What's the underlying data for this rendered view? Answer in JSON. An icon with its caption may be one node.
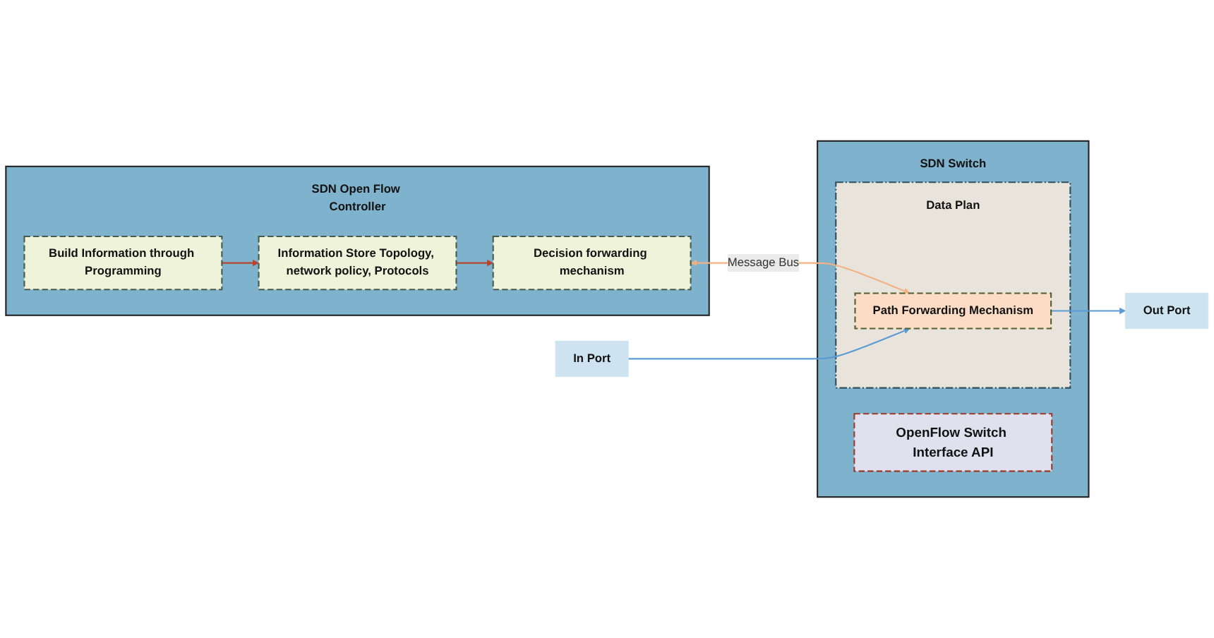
{
  "diagram": {
    "nodes": [
      {
        "text": [
          "SDN Open Flow Controller"
        ]
      },
      {
        "text": [
          "Build Information through Programming"
        ],
        "in": 0
      },
      {
        "text": [
          "Information Store Topology, network policy, Protocols"
        ],
        "in": 0
      },
      {
        "text": [
          "Decision forwarding mechanism"
        ],
        "in": 0
      },
      {
        "text": [
          "SDN Switch"
        ]
      },
      {
        "text": [
          "OpenFlow Switch Interface API"
        ],
        "in": 4
      },
      {
        "text": [
          "Data Plan"
        ],
        "in": 4
      },
      {
        "text": [
          "Path Forwarding Mechanism"
        ],
        "in": 6
      },
      {
        "text": [
          "In Port"
        ]
      },
      {
        "text": [
          "Out Port"
        ]
      }
    ],
    "edges": [
      {
        "from": 1,
        "to": 2,
        "arrow": "to",
        "color": "#b5452e"
      },
      {
        "from": 2,
        "to": 3,
        "arrow": "to",
        "color": "#b5452e"
      },
      {
        "from": 3,
        "to": 7,
        "arrow": "both",
        "label": "Message Bus",
        "color": "#f4b183"
      },
      {
        "from": 8,
        "to": 7,
        "arrow": "to",
        "color": "#5b9bd5"
      },
      {
        "from": 7,
        "to": 9,
        "arrow": "to",
        "color": "#5b9bd5"
      }
    ]
  }
}
